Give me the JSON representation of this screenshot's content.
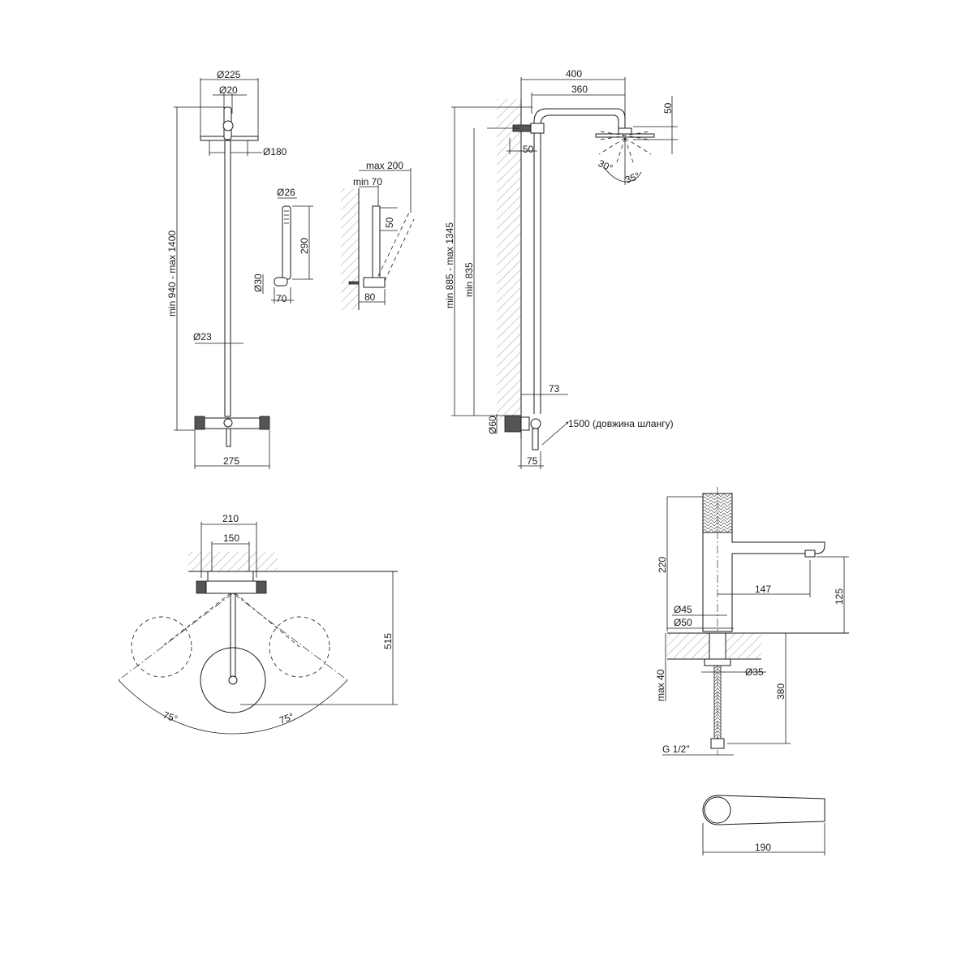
{
  "shower_front": {
    "d_head": "Ø225",
    "d_arm": "Ø20",
    "d_plate": "Ø180",
    "height_range": "min 940 - max 1400",
    "d_pipe": "Ø23",
    "mixer_width": "275"
  },
  "hand_shower": {
    "d_handle": "Ø26",
    "length": "290",
    "d_base": "Ø30",
    "width": "70"
  },
  "holder": {
    "max_reach": "max 200",
    "min_reach": "min 70",
    "height": "50",
    "depth": "80"
  },
  "shower_side": {
    "arm_400": "400",
    "arm_360": "360",
    "head_50": "50",
    "wall_50": "50",
    "angle_30": "30°",
    "angle_35": "35°",
    "height_range": "min 885 - max 1345",
    "min_height": "min 835",
    "offset_73": "73",
    "d_60": "Ø60",
    "hose_note": "1500 (довжина шлангу)",
    "depth_75": "75"
  },
  "mixer_top": {
    "width_210": "210",
    "width_150": "150",
    "reach_515": "515",
    "angle_left": "75°",
    "angle_right": "75°"
  },
  "basin_faucet": {
    "height_220": "220",
    "spout_147": "147",
    "spout_height_125": "125",
    "d_45": "Ø45",
    "d_50": "Ø50",
    "d_35": "Ø35",
    "max_40": "max 40",
    "length_380": "380",
    "thread": "G 1/2\"",
    "top_190": "190"
  }
}
